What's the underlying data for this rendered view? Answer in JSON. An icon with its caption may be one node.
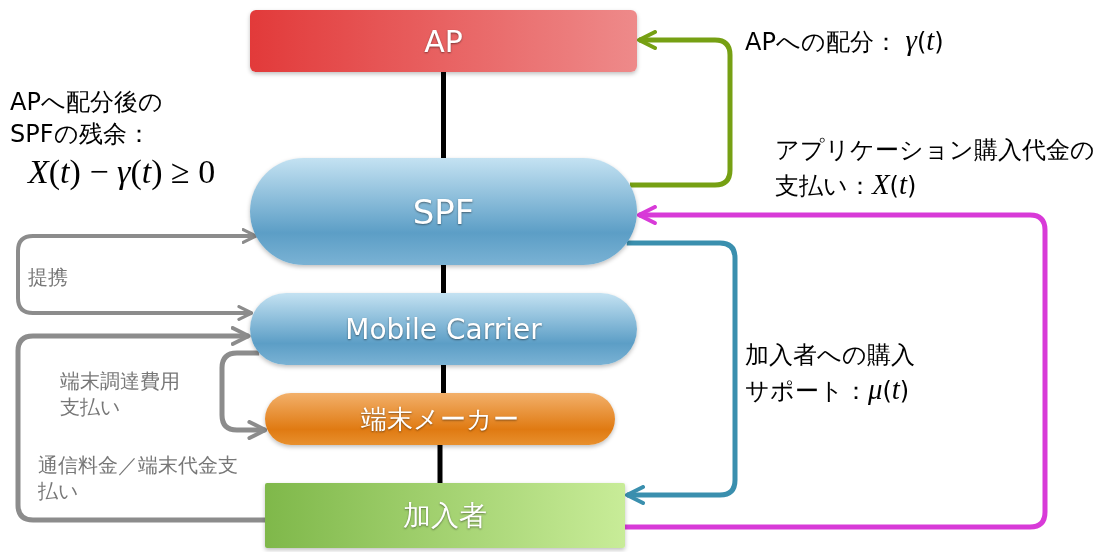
{
  "diagram": {
    "nodes": [
      {
        "text": [
          "AP"
        ]
      },
      {
        "text": [
          "SPF"
        ]
      },
      {
        "text": [
          "Mobile Carrier"
        ]
      },
      {
        "text": [
          "端末メーカー"
        ]
      },
      {
        "text": [
          "加入者"
        ]
      }
    ],
    "edges": [
      {
        "from": 0,
        "to": 1,
        "arrow": "none"
      },
      {
        "from": 1,
        "to": 2,
        "arrow": "none"
      },
      {
        "from": 2,
        "to": 3,
        "arrow": "none"
      },
      {
        "from": 3,
        "to": 4,
        "arrow": "none"
      },
      {
        "from": 1,
        "to": 0,
        "arrow": "to",
        "color": "#76a013",
        "label": "APへの配分： *γ*(*t*)"
      },
      {
        "from": 4,
        "to": 1,
        "arrow": "to",
        "color": "#d83ad8",
        "label": "アプリケーション購入代金の支払い：*X*(*t*)"
      },
      {
        "from": 1,
        "to": 4,
        "arrow": "to",
        "color": "#3a8fae",
        "label": "加入者への購入サポート：*μ*(*t*)"
      },
      {
        "from": 1,
        "to": 2,
        "arrow": "both",
        "color": "#8c8c8c",
        "label": "提携"
      },
      {
        "from": 4,
        "to": 2,
        "arrow": "to",
        "color": "#8c8c8c",
        "label": "通信料金／端末代金支払い"
      },
      {
        "from": 2,
        "to": 3,
        "arrow": "to",
        "color": "#8c8c8c",
        "label": "端末調達費用支払い"
      }
    ],
    "labels": [
      "APへ配分後のSPFの残余：",
      "*X*(*t*) − *γ*(*t*) ≥ 0"
    ]
  }
}
